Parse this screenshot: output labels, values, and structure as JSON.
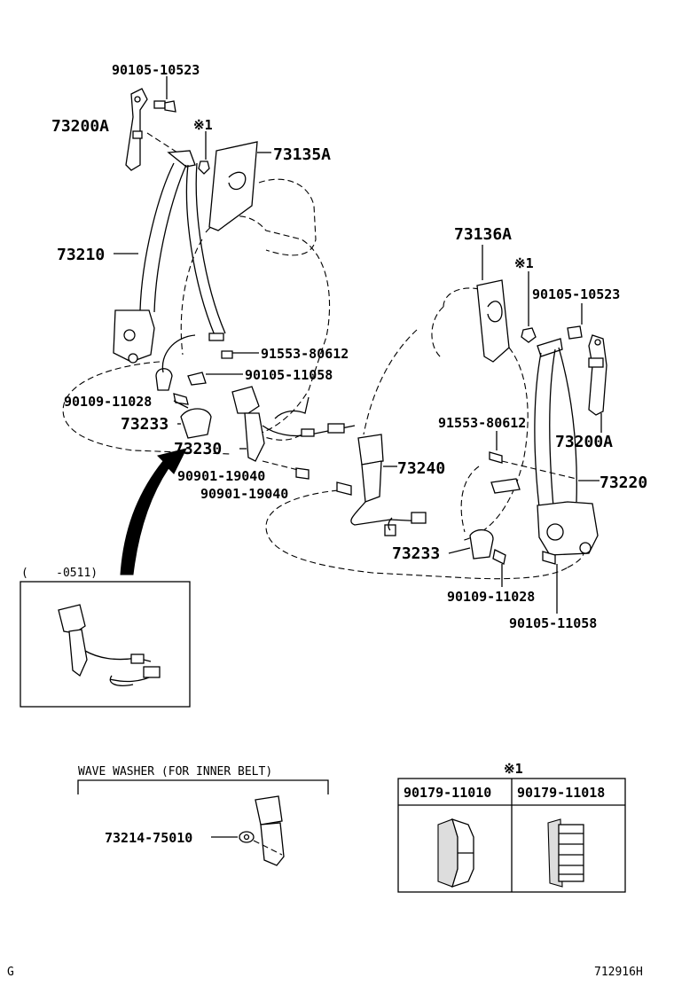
{
  "labels": {
    "top_bolt_l": "90105-10523",
    "anchor_l": "73200A",
    "nut_note_l": "※1",
    "cover_l": "73135A",
    "belt_l": "73210",
    "bolt_91553_l": "91553-80612",
    "bolt_11058_l": "90105-11058",
    "bolt_11028_l": "90109-11028",
    "cover_73233_l": "73233",
    "buckle_l": "73230",
    "bolt_19040_a": "90901-19040",
    "bolt_19040_b": "90901-19040",
    "cover_r": "73136A",
    "nut_note_r": "※1",
    "top_bolt_r": "90105-10523",
    "bolt_91553_r": "91553-80612",
    "anchor_r": "73200A",
    "buckle_r": "73240",
    "belt_r": "73220",
    "cover_73233_r": "73233",
    "bolt_11028_r": "90109-11028",
    "bolt_11058_r": "90105-11058"
  },
  "inset": {
    "range": "(    -0511)"
  },
  "washer_section": {
    "heading": "WAVE WASHER (FOR INNER BELT)",
    "part": "73214-75010"
  },
  "nut_table": {
    "note": "※1",
    "col1": "90179-11010",
    "col2": "90179-11018"
  },
  "footer": {
    "left": "G",
    "right": "712916H"
  }
}
